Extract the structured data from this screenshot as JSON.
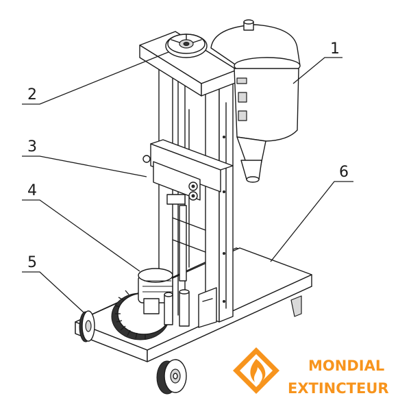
{
  "callouts": [
    {
      "label": "1"
    },
    {
      "label": "2"
    },
    {
      "label": "3"
    },
    {
      "label": "4"
    },
    {
      "label": "5"
    },
    {
      "label": "6"
    }
  ],
  "logo": {
    "line1": "MONDIAL",
    "line2": "EXTINCTEUR",
    "color": "#f7941d"
  }
}
